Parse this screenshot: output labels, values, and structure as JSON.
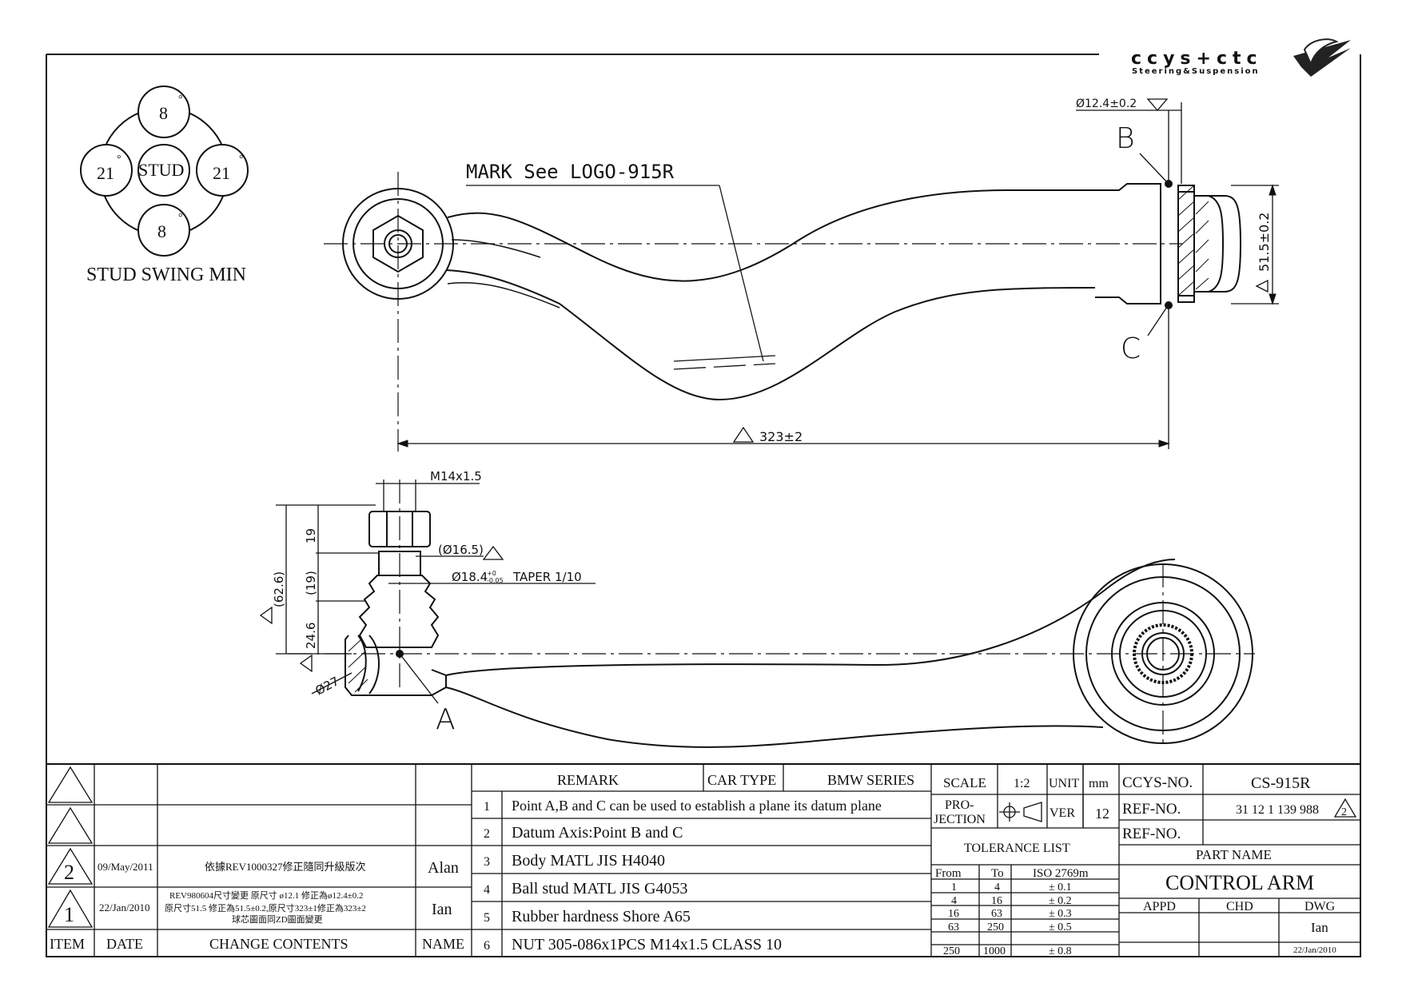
{
  "logo": {
    "brand": "ccys+ctc",
    "tagline": "Steering&Suspension"
  },
  "stud_swing": {
    "center": "STUD",
    "top": "8",
    "left": "21",
    "right": "21",
    "bottom": "8",
    "deg": "°",
    "caption": "STUD SWING MIN"
  },
  "top_view": {
    "mark_note": "MARK See LOGO-915R",
    "dia_b": "Ø12.4±0.2",
    "point_b": "B",
    "point_c": "C",
    "height_dim": "51.5±0.2",
    "length_dim": "323±2"
  },
  "side_view": {
    "thread": "M14x1.5",
    "dim_19a": "19",
    "dim_19b": "(19)",
    "dim_62_6": "(62.6)",
    "dim_24_6": "24.6",
    "dia_16_5": "(Ø16.5)",
    "taper_dia": "Ø18.4",
    "taper_tol_upper": "+0",
    "taper_tol_lower": "-0.05",
    "taper_note": "TAPER 1/10",
    "dia_27": "Ø27",
    "point_a": "A"
  },
  "title_block": {
    "revisions": [
      {
        "rev": "2",
        "date": "09/May/2011",
        "content": "依據REV1000327修正隨同升級版次",
        "name": "Alan"
      },
      {
        "rev": "1",
        "date": "22/Jan/2010",
        "content_line1": "REV980604尺寸變更 原尺寸 ø12.1 修正為ø12.4±0.2",
        "content_line2": "原尺寸51.5 修正為51.5±0.2,原尺寸323±1修正為323±2",
        "content_line3": "球芯圖面同ZD圖面變更",
        "name": "Ian"
      }
    ],
    "headers": {
      "item": "ITEM",
      "date": "DATE",
      "change": "CHANGE CONTENTS",
      "name": "NAME"
    },
    "remark_header": "REMARK",
    "car_type_label": "CAR TYPE",
    "car_type_value": "BMW SERIES",
    "remarks": [
      {
        "no": "1",
        "text": "Point A,B and C can be used to establish a plane its datum plane"
      },
      {
        "no": "2",
        "text": "Datum Axis:Point B and C"
      },
      {
        "no": "3",
        "text": "Body MATL JIS H4040"
      },
      {
        "no": "4",
        "text": "Ball stud MATL JIS G4053"
      },
      {
        "no": "5",
        "text": "Rubber hardness Shore A65"
      },
      {
        "no": "6",
        "text": "NUT 305-086x1PCS M14x1.5 CLASS 10"
      }
    ],
    "scale_label": "SCALE",
    "scale_value": "1:2",
    "unit_label": "UNIT",
    "unit_value": "mm",
    "projection_label_1": "PRO-",
    "projection_label_2": "JECTION",
    "ver_label": "VER",
    "ver_value": "12",
    "tolerance_title": "TOLERANCE LIST",
    "tolerance_headers": {
      "from": "From",
      "to": "To",
      "iso": "ISO 2769m"
    },
    "tolerance_rows": [
      {
        "from": "1",
        "to": "4",
        "tol": "± 0.1"
      },
      {
        "from": "4",
        "to": "16",
        "tol": "± 0.2"
      },
      {
        "from": "16",
        "to": "63",
        "tol": "± 0.3"
      },
      {
        "from": "63",
        "to": "250",
        "tol": "± 0.5"
      },
      {
        "from": "250",
        "to": "1000",
        "tol": "± 0.8"
      }
    ],
    "ccys_no_label": "CCYS-NO.",
    "ccys_no_value": "CS-915R",
    "ref_no_label": "REF-NO.",
    "ref_no_value": "31 12 1 139 988",
    "ref_no_rev": "2",
    "ref_no_label_2": "REF-NO.",
    "part_name_label": "PART NAME",
    "part_name_value": "CONTROL ARM",
    "appd": "APPD",
    "chd": "CHD",
    "dwg": "DWG",
    "dwg_name": "Ian",
    "dwg_date": "22/Jan/2010"
  }
}
